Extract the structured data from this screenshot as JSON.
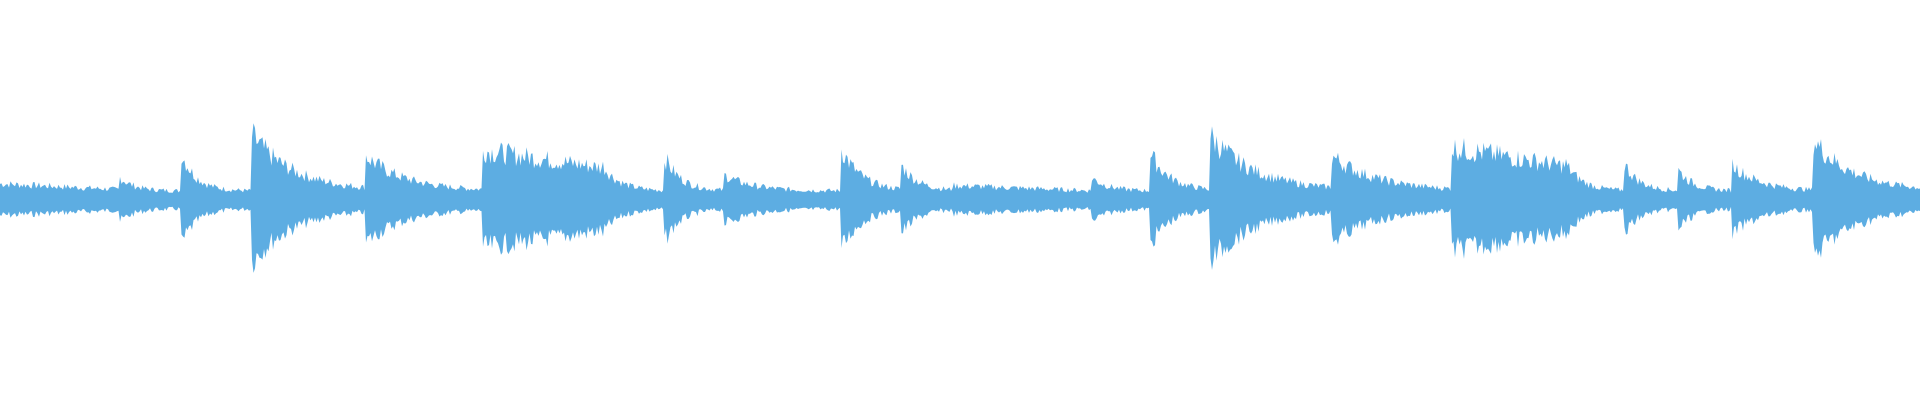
{
  "waveform": {
    "color": "#5dade2",
    "background": "#ffffff",
    "events": [
      {
        "t": 0.0,
        "amp": 0.18,
        "decay": 0.9,
        "dense": 1
      },
      {
        "t": 0.062,
        "amp": 0.16,
        "decay": 0.7,
        "dense": 0
      },
      {
        "t": 0.094,
        "amp": 0.45,
        "decay": 0.8,
        "dense": 0
      },
      {
        "t": 0.131,
        "amp": 0.62,
        "decay": 0.45,
        "dense": 0
      },
      {
        "t": 0.19,
        "amp": 0.4,
        "decay": 0.5,
        "dense": 0
      },
      {
        "t": 0.251,
        "amp": 0.55,
        "decay": 1.0,
        "dense": 1
      },
      {
        "t": 0.314,
        "amp": 0.28,
        "decay": 0.6,
        "dense": 0
      },
      {
        "t": 0.346,
        "amp": 0.38,
        "decay": 0.6,
        "dense": 0
      },
      {
        "t": 0.377,
        "amp": 0.18,
        "decay": 0.7,
        "dense": 0
      },
      {
        "t": 0.438,
        "amp": 0.48,
        "decay": 0.5,
        "dense": 0
      },
      {
        "t": 0.469,
        "amp": 0.3,
        "decay": 0.5,
        "dense": 0
      },
      {
        "t": 0.496,
        "amp": 0.16,
        "decay": 1.0,
        "dense": 1
      },
      {
        "t": 0.568,
        "amp": 0.16,
        "decay": 0.6,
        "dense": 0
      },
      {
        "t": 0.599,
        "amp": 0.42,
        "decay": 0.5,
        "dense": 0
      },
      {
        "t": 0.63,
        "amp": 0.62,
        "decay": 0.45,
        "dense": 0
      },
      {
        "t": 0.693,
        "amp": 0.4,
        "decay": 0.45,
        "dense": 0
      },
      {
        "t": 0.756,
        "amp": 0.58,
        "decay": 1.0,
        "dense": 1
      },
      {
        "t": 0.815,
        "amp": 0.32,
        "decay": 0.6,
        "dense": 0
      },
      {
        "t": 0.846,
        "amp": 0.3,
        "decay": 0.6,
        "dense": 0
      },
      {
        "t": 0.874,
        "amp": 0.24,
        "decay": 0.6,
        "dense": 0
      },
      {
        "t": 0.902,
        "amp": 0.3,
        "decay": 0.5,
        "dense": 0
      },
      {
        "t": 0.944,
        "amp": 0.58,
        "decay": 0.45,
        "dense": 0
      }
    ]
  }
}
